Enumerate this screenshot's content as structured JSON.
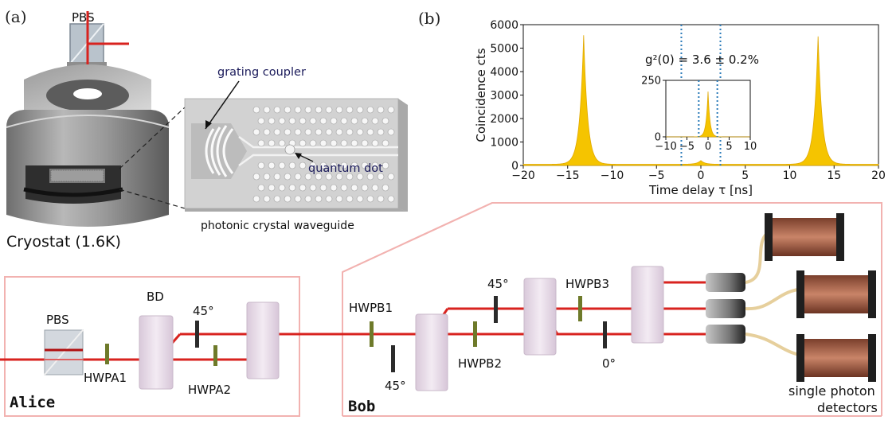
{
  "panel_a": {
    "tag": "(a)",
    "pbs_label": "PBS",
    "grating_label": "grating coupler",
    "qd_label": "quantum dot",
    "pcw_label": "photonic crystal waveguide",
    "cryostat_label": "Cryostat (1.6K)"
  },
  "panel_b": {
    "tag": "(b)",
    "annotation": "g²(0) = 3.6 ± 0.2%"
  },
  "chart_data": [
    {
      "type": "area",
      "xlabel": "Time delay τ [ns]",
      "ylabel": "Coincidence cts",
      "xlim": [
        -20,
        20
      ],
      "ylim": [
        0,
        6000
      ],
      "xticks": [
        -20,
        -15,
        -10,
        -5,
        0,
        5,
        10,
        15,
        20
      ],
      "yticks": [
        0,
        1000,
        2000,
        3000,
        4000,
        5000,
        6000
      ],
      "peaks": [
        {
          "center": -13.2,
          "height": 5500
        },
        {
          "center": 0,
          "height": 160
        },
        {
          "center": 13.2,
          "height": 5450
        }
      ],
      "baseline": 50,
      "vlines": [
        -2.2,
        2.2
      ],
      "color": "#f5c400"
    },
    {
      "type": "area",
      "xlim": [
        -10,
        10
      ],
      "ylim": [
        0,
        250
      ],
      "xticks": [
        -10,
        -5,
        0,
        5,
        10
      ],
      "yticks": [
        0,
        250
      ],
      "peaks": [
        {
          "center": 0,
          "height": 200
        }
      ],
      "vlines": [
        -2.2,
        2.2
      ],
      "color": "#f5c400"
    }
  ],
  "setup": {
    "alice_label": "Alice",
    "bob_label": "Bob",
    "pbs_label": "PBS",
    "hwpa1": "HWPA1",
    "bd": "BD",
    "angle_a": "45°",
    "hwpa2": "HWPA2",
    "hwpb1": "HWPB1",
    "angle_b1": "45°",
    "hwpb2": "HWPB2",
    "angle_b2": "45°",
    "hwpb3": "HWPB3",
    "angle_b3": "0°",
    "detectors_line1": "single photon",
    "detectors_line2": "detectors"
  },
  "colors": {
    "beam": "#d8231f",
    "frame": "#f2b2b0",
    "plate_green": "#6e7a2a",
    "plate_black": "#2b2b2b",
    "crystal": "#e8d8e8",
    "peak": "#f5c400"
  }
}
